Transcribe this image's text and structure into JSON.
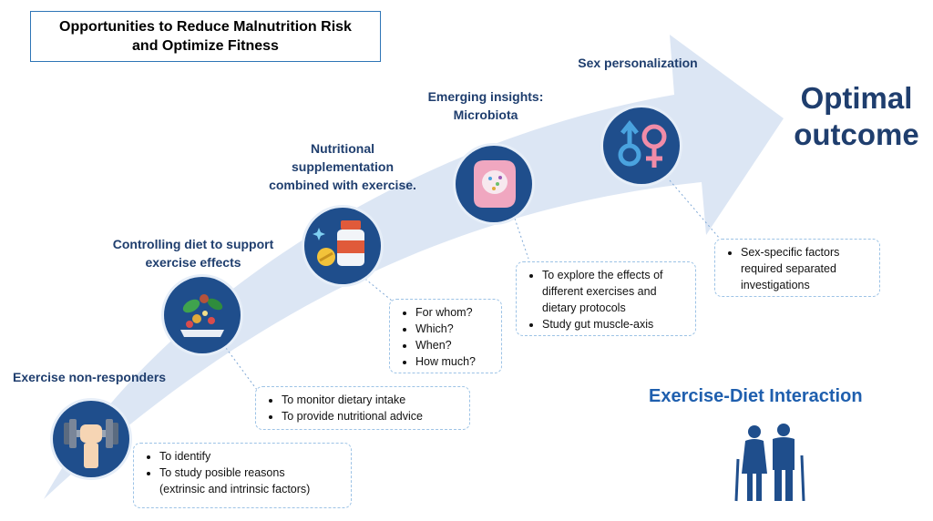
{
  "title": {
    "line1": "Opportunities to Reduce Malnutrition Risk",
    "line2": "and Optimize Fitness"
  },
  "steps": {
    "non_responders": {
      "title": "Exercise non-responders",
      "icon": "dumbbell-hand-icon",
      "bullets": [
        "To identify",
        "To study posible reasons",
        "(extrinsic and intrinsic factors)"
      ]
    },
    "diet_control": {
      "title_line1": "Controlling diet to support",
      "title_line2": "exercise effects",
      "icon": "salad-plate-icon",
      "bullets": [
        "To monitor dietary intake",
        "To provide nutritional advice"
      ]
    },
    "supplementation": {
      "title_line1": "Nutritional",
      "title_line2": "supplementation",
      "title_line3": "combined with exercise.",
      "icon": "supplement-bottle-icon",
      "bullets": [
        "For whom?",
        "Which?",
        "When?",
        "How much?"
      ]
    },
    "microbiota": {
      "title_line1": "Emerging insights:",
      "title_line2": "Microbiota",
      "icon": "intestine-icon",
      "bullets": [
        "To explore the effects of different exercises and dietary protocols",
        "Study gut muscle-axis"
      ]
    },
    "sex": {
      "title": "Sex personalization",
      "icon": "gender-symbols-icon",
      "bullets": [
        "Sex-specific factors required separated investigations"
      ]
    }
  },
  "outcome": {
    "line1": "Optimal",
    "line2": "outcome"
  },
  "interaction_label": "Exercise-Diet Interaction",
  "elderly_icon": "elderly-couple-icon",
  "colors": {
    "arrow": "#dce6f4",
    "circle": "#1f4e8c",
    "title_text": "#1f3e6e",
    "note_border": "#9dc3e6",
    "interaction_text": "#1f5fae"
  }
}
